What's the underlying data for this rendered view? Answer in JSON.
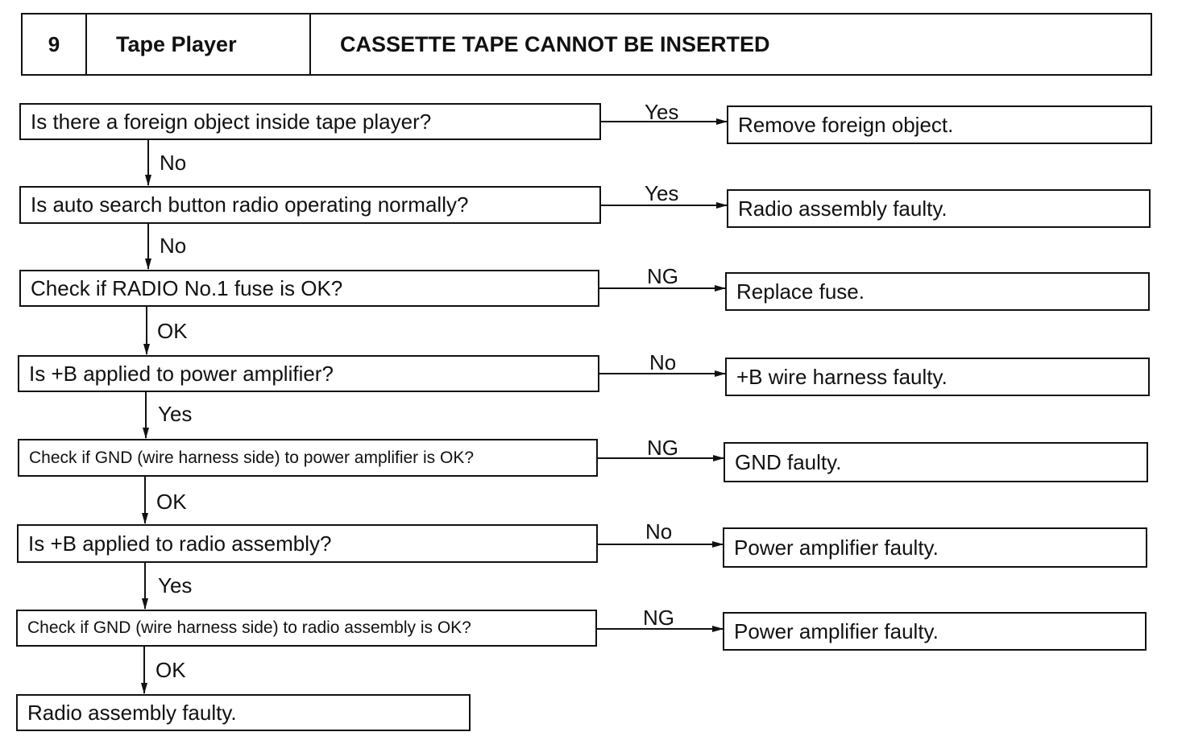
{
  "header": {
    "number": "9",
    "section": "Tape Player",
    "title": "CASSETTE TAPE CANNOT BE INSERTED"
  },
  "steps": [
    {
      "question": "Is there a foreign object inside tape player?",
      "branch_label": "Yes",
      "result": "Remove foreign object.",
      "down_label": "No"
    },
    {
      "question": "Is auto search button radio operating normally?",
      "branch_label": "Yes",
      "result": "Radio assembly faulty.",
      "down_label": "No"
    },
    {
      "question": "Check if RADIO No.1 fuse is OK?",
      "branch_label": "NG",
      "result": "Replace fuse.",
      "down_label": "OK"
    },
    {
      "question": "Is +B applied to power amplifier?",
      "branch_label": "No",
      "result": "+B wire harness faulty.",
      "down_label": "Yes"
    },
    {
      "question": "Check if GND (wire harness side) to power amplifier is OK?",
      "branch_label": "NG",
      "result": "GND faulty.",
      "down_label": "OK"
    },
    {
      "question": "Is +B applied to radio assembly?",
      "branch_label": "No",
      "result": "Power amplifier faulty.",
      "down_label": "Yes"
    },
    {
      "question": "Check if GND (wire harness side) to radio assembly is OK?",
      "branch_label": "NG",
      "result": "Power amplifier faulty.",
      "down_label": "OK"
    }
  ],
  "final_result": "Radio assembly faulty."
}
